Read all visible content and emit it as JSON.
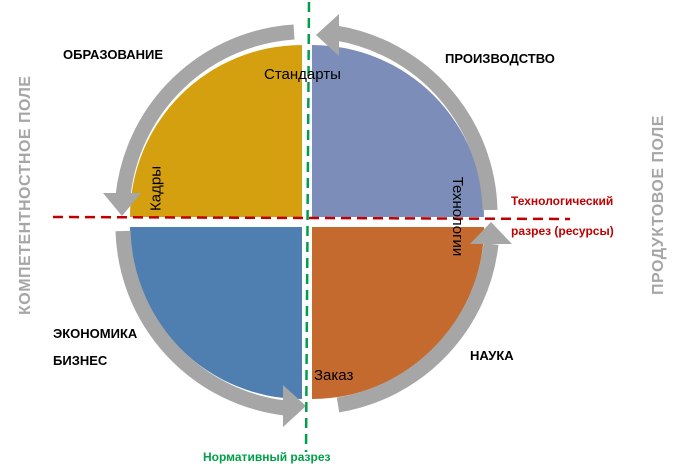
{
  "corners": {
    "top_left": "ОБРАЗОВАНИЕ",
    "top_right": "ПРОИЗВОДСТВО",
    "bottom_left_1": "ЭКОНОМИКА",
    "bottom_left_2": "БИЗНЕС",
    "bottom_right": "НАУКА"
  },
  "fields": {
    "left": "КОМПЕТЕНТНОСТНОЕ  ПОЛЕ",
    "right": "ПРОДУКТОВОЕ   ПОЛЕ"
  },
  "inner_labels": {
    "top": "Стандарты",
    "left": "Кадры",
    "right": "Технологии",
    "bottom": "Заказ"
  },
  "cuts": {
    "technological_1": "Технологический",
    "technological_2": "разрез (ресурсы)",
    "normative": "Нормативный  разрез"
  },
  "colors": {
    "quadrant_top_left": "#d4a010",
    "quadrant_top_right": "#7b8db8",
    "quadrant_bottom_left": "#4f7fb1",
    "quadrant_bottom_right": "#c46a2e",
    "arrow_ring": "#a6a6a6",
    "technological_cut": "#c00000",
    "normative_cut": "#00a04a",
    "field_text": "#a6a6a6"
  }
}
